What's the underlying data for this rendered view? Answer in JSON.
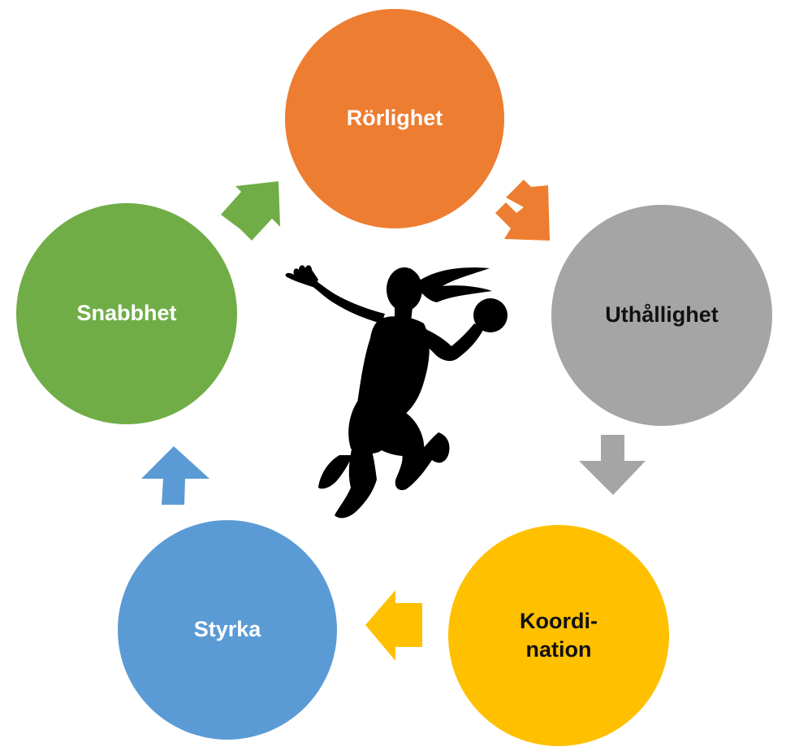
{
  "diagram": {
    "nodes": [
      {
        "id": "rorlighet",
        "label": "Rörlighet",
        "fill": "#ED7D31",
        "text_color": "#FFFFFF"
      },
      {
        "id": "uthallighet",
        "label": "Uthållighet",
        "fill": "#A5A5A5",
        "text_color": "#111111"
      },
      {
        "id": "koordination",
        "label": "Koordi-\nnation",
        "fill": "#FFC000",
        "text_color": "#111111"
      },
      {
        "id": "styrka",
        "label": "Styrka",
        "fill": "#5B9BD5",
        "text_color": "#FFFFFF"
      },
      {
        "id": "snabbhet",
        "label": "Snabbhet",
        "fill": "#70AD47",
        "text_color": "#FFFFFF"
      }
    ],
    "arrows": [
      {
        "from": "rorlighet",
        "to": "uthallighet",
        "color": "#ED7D31"
      },
      {
        "from": "uthallighet",
        "to": "koordination",
        "color": "#A5A5A5"
      },
      {
        "from": "koordination",
        "to": "styrka",
        "color": "#FFC000"
      },
      {
        "from": "styrka",
        "to": "snabbhet",
        "color": "#5B9BD5"
      },
      {
        "from": "snabbhet",
        "to": "rorlighet",
        "color": "#70AD47"
      }
    ],
    "center_icon": "handball-player-silhouette-icon",
    "silhouette_color": "#000000"
  }
}
